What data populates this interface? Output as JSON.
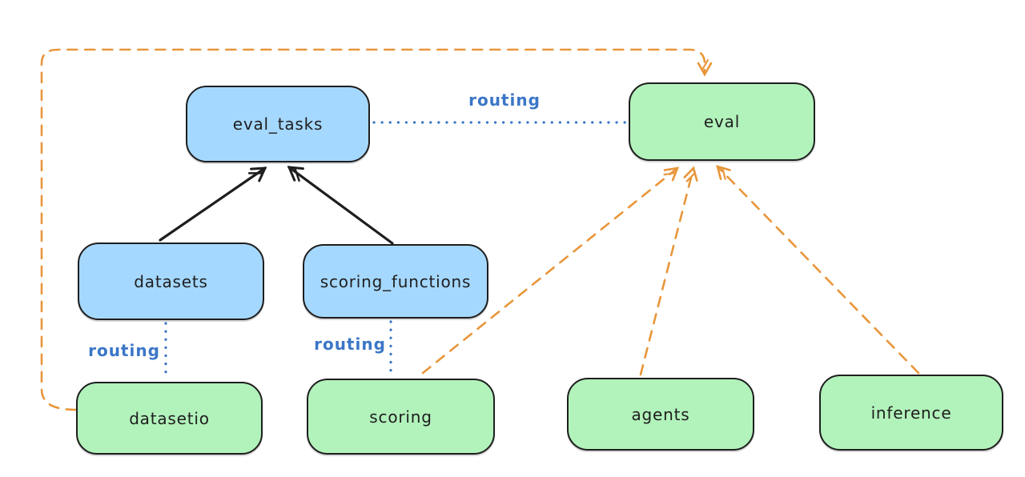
{
  "diagram": {
    "title": "eval routing architecture diagram",
    "background": "#ffffff",
    "colors": {
      "blue_node_fill": "#a5d8ff",
      "green_node_fill": "#b2f2bb",
      "node_outline": "#1e1e1e",
      "solid_arrow": "#1e1e1e",
      "dashed_arrow_orange": "#e8963a",
      "routing_blue": "#3b76c7"
    },
    "nodes": [
      {
        "id": "eval_tasks",
        "label": "eval_tasks",
        "fill": "blue"
      },
      {
        "id": "eval",
        "label": "eval",
        "fill": "green"
      },
      {
        "id": "datasets",
        "label": "datasets",
        "fill": "blue"
      },
      {
        "id": "scoring_functions",
        "label": "scoring_functions",
        "fill": "blue"
      },
      {
        "id": "datasetio",
        "label": "datasetio",
        "fill": "green"
      },
      {
        "id": "scoring",
        "label": "scoring",
        "fill": "green"
      },
      {
        "id": "agents",
        "label": "agents",
        "fill": "green"
      },
      {
        "id": "inference",
        "label": "inference",
        "fill": "green"
      }
    ],
    "edge_labels": [
      {
        "text": "routing",
        "between": "eval_tasks and eval"
      },
      {
        "text": "routing",
        "between": "datasets and datasetio"
      },
      {
        "text": "routing",
        "between": "scoring_functions and scoring"
      }
    ],
    "edges": [
      {
        "from": "datasets",
        "to": "eval_tasks",
        "style": "solid",
        "color": "#1e1e1e",
        "arrow": true
      },
      {
        "from": "scoring_functions",
        "to": "eval_tasks",
        "style": "solid",
        "color": "#1e1e1e",
        "arrow": true
      },
      {
        "from": "eval_tasks",
        "to": "eval",
        "style": "dotted",
        "color": "#3b76c7",
        "arrow": false,
        "label": "routing"
      },
      {
        "from": "datasets",
        "to": "datasetio",
        "style": "dotted",
        "color": "#3b76c7",
        "arrow": false,
        "label": "routing"
      },
      {
        "from": "scoring_functions",
        "to": "scoring",
        "style": "dotted",
        "color": "#3b76c7",
        "arrow": false,
        "label": "routing"
      },
      {
        "from": "datasetio",
        "to": "eval",
        "style": "dashed",
        "color": "#e8963a",
        "arrow": true,
        "route": "left edge, up, across top, down into eval"
      },
      {
        "from": "scoring",
        "to": "eval",
        "style": "dashed",
        "color": "#e8963a",
        "arrow": true
      },
      {
        "from": "agents",
        "to": "eval",
        "style": "dashed",
        "color": "#e8963a",
        "arrow": true
      },
      {
        "from": "inference",
        "to": "eval",
        "style": "dashed",
        "color": "#e8963a",
        "arrow": true
      }
    ]
  }
}
